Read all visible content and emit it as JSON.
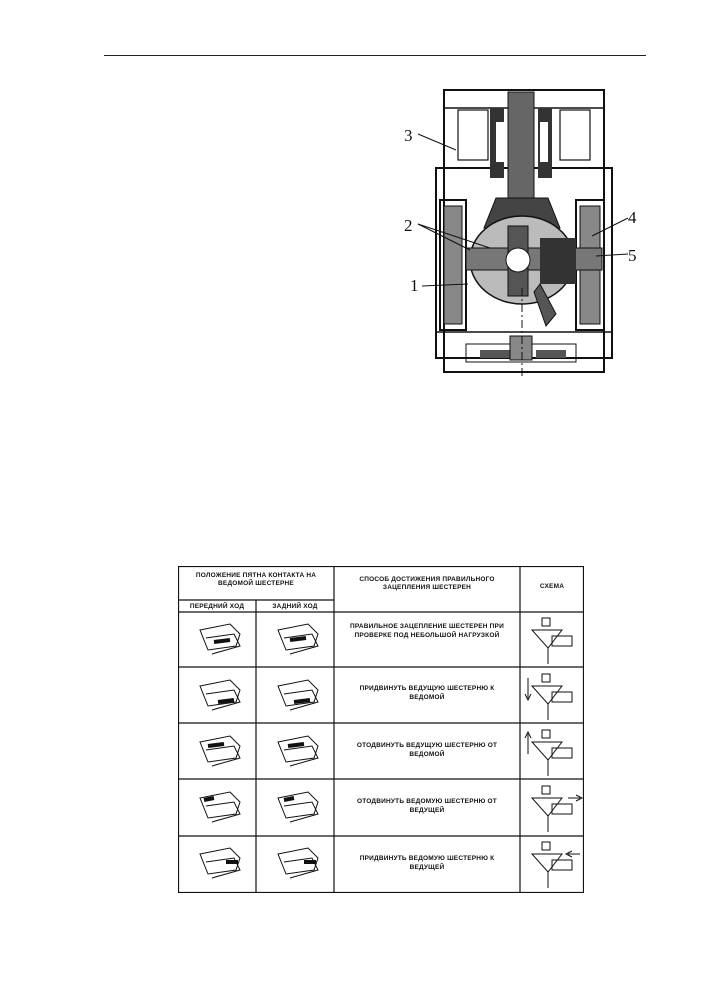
{
  "figure": {
    "callouts": [
      "1",
      "2",
      "3",
      "4",
      "5"
    ]
  },
  "table": {
    "header": {
      "contact_position": "ПОЛОЖЕНИЕ ПЯТНА КОНТАКТА НА ВЕДОМОЙ ШЕСТЕРНЕ",
      "forward": "ПЕРЕДНИЙ ХОД",
      "reverse": "ЗАДНИЙ ХОД",
      "method": "СПОСОБ ДОСТИЖЕНИЯ ПРАВИЛЬНОГО ЗАЦЕПЛЕНИЯ ШЕСТЕРЕН",
      "scheme": "СХЕМА"
    },
    "rows": [
      {
        "method": "ПРАВИЛЬНОЕ ЗАЦЕПЛЕНИЕ ШЕСТЕРЕН ПРИ ПРОВЕРКЕ ПОД НЕБОЛЬШОЙ НАГРУЗКОЙ"
      },
      {
        "method": "ПРИДВИНУТЬ ВЕДУЩУЮ ШЕСТЕРНЮ К ВЕДОМОЙ"
      },
      {
        "method": "ОТОДВИНУТЬ ВЕДУЩУЮ ШЕСТЕРНЮ ОТ ВЕДОМОЙ"
      },
      {
        "method": "ОТОДВИНУТЬ ВЕДОМУЮ ШЕСТЕРНЮ ОТ ВЕДУЩЕЙ"
      },
      {
        "method": "ПРИДВИНУТЬ ВЕДОМУЮ ШЕСТЕРНЮ К ВЕДУЩЕЙ"
      }
    ]
  }
}
